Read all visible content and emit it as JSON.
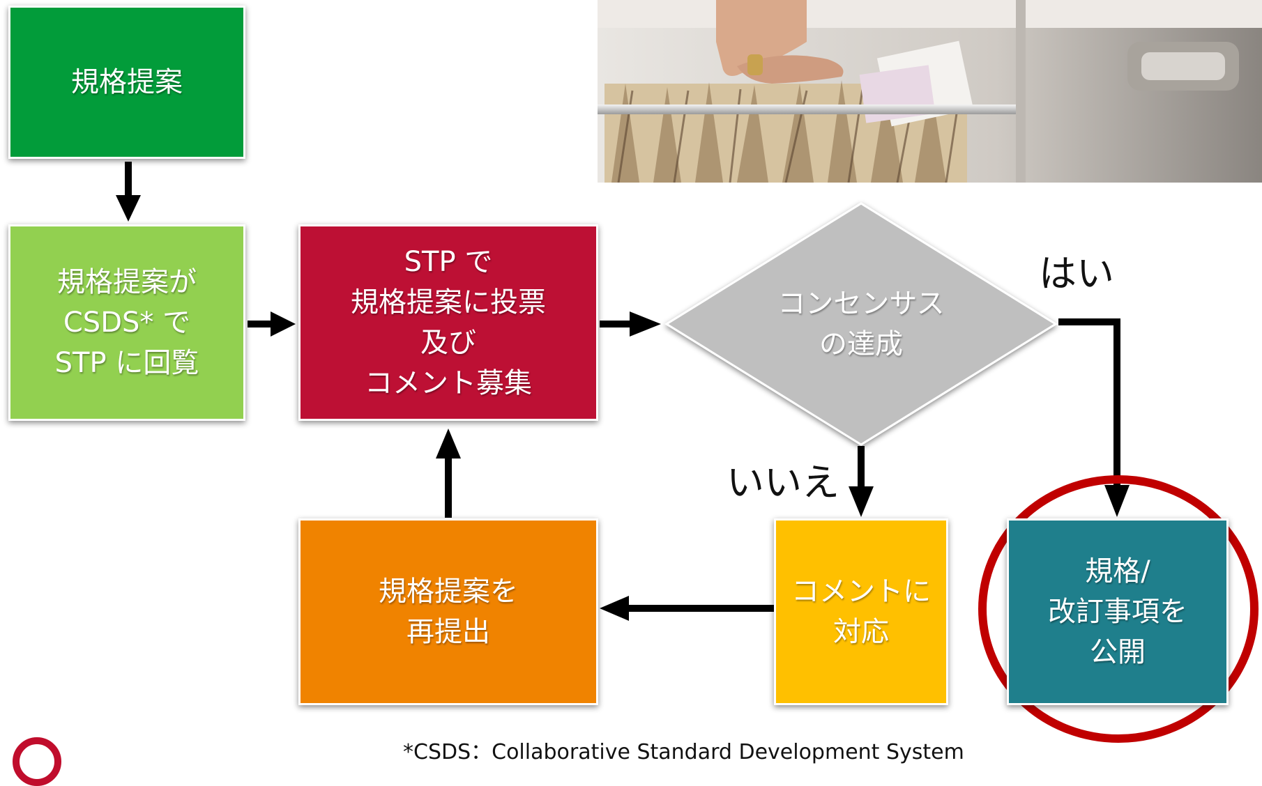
{
  "nodes": {
    "proposal": {
      "lines": [
        "規格提案"
      ],
      "color": "#029c3a"
    },
    "circulate": {
      "lines": [
        "規格提案が",
        "CSDS* で",
        "STP に回覧"
      ],
      "color": "#92d050"
    },
    "vote": {
      "lines": [
        "STP で",
        "規格提案に投票",
        "及び",
        "コメント募集"
      ],
      "color": "#bd1034"
    },
    "consensus": {
      "lines": [
        "コンセンサス",
        "の達成"
      ],
      "color": "#bfbfbf"
    },
    "respond": {
      "lines": [
        "コメントに",
        "対応"
      ],
      "color": "#ffc000"
    },
    "resubmit": {
      "lines": [
        "規格提案を",
        "再提出"
      ],
      "color": "#f08300"
    },
    "publish": {
      "lines": [
        "規格/",
        "改訂事項を",
        "公開"
      ],
      "color": "#1f7f8c"
    }
  },
  "branch_labels": {
    "yes": "はい",
    "no": "いいえ"
  },
  "footnote": "*CSDS：Collaborative Standard Development System",
  "highlight_color": "#c00000"
}
